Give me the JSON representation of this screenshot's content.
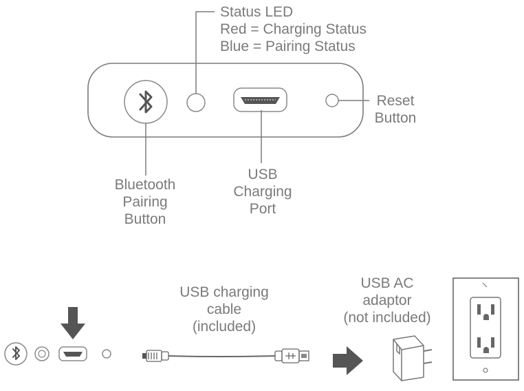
{
  "top_labels": {
    "status_led": [
      "Status LED",
      "Red = Charging Status",
      "Blue = Pairing Status"
    ],
    "reset": [
      "Reset",
      "Button"
    ],
    "usb_port": [
      "USB",
      "Charging",
      "Port"
    ],
    "bluetooth": [
      "Bluetooth",
      "Pairing",
      "Button"
    ]
  },
  "bottom_labels": {
    "cable": [
      "USB charging",
      "cable",
      "(included)"
    ],
    "adaptor": [
      "USB AC",
      "adaptor",
      "(not included)"
    ]
  },
  "icons": [
    "bluetooth-icon",
    "led-icon",
    "usb-port-icon",
    "reset-button-icon",
    "arrow-down-icon",
    "arrow-right-icon",
    "usb-cable-icon",
    "usb-ac-adaptor-icon",
    "wall-outlet-icon"
  ],
  "colors": {
    "stroke": "#7a7a7a",
    "arrow": "#555555",
    "text": "#7a7a7a"
  }
}
